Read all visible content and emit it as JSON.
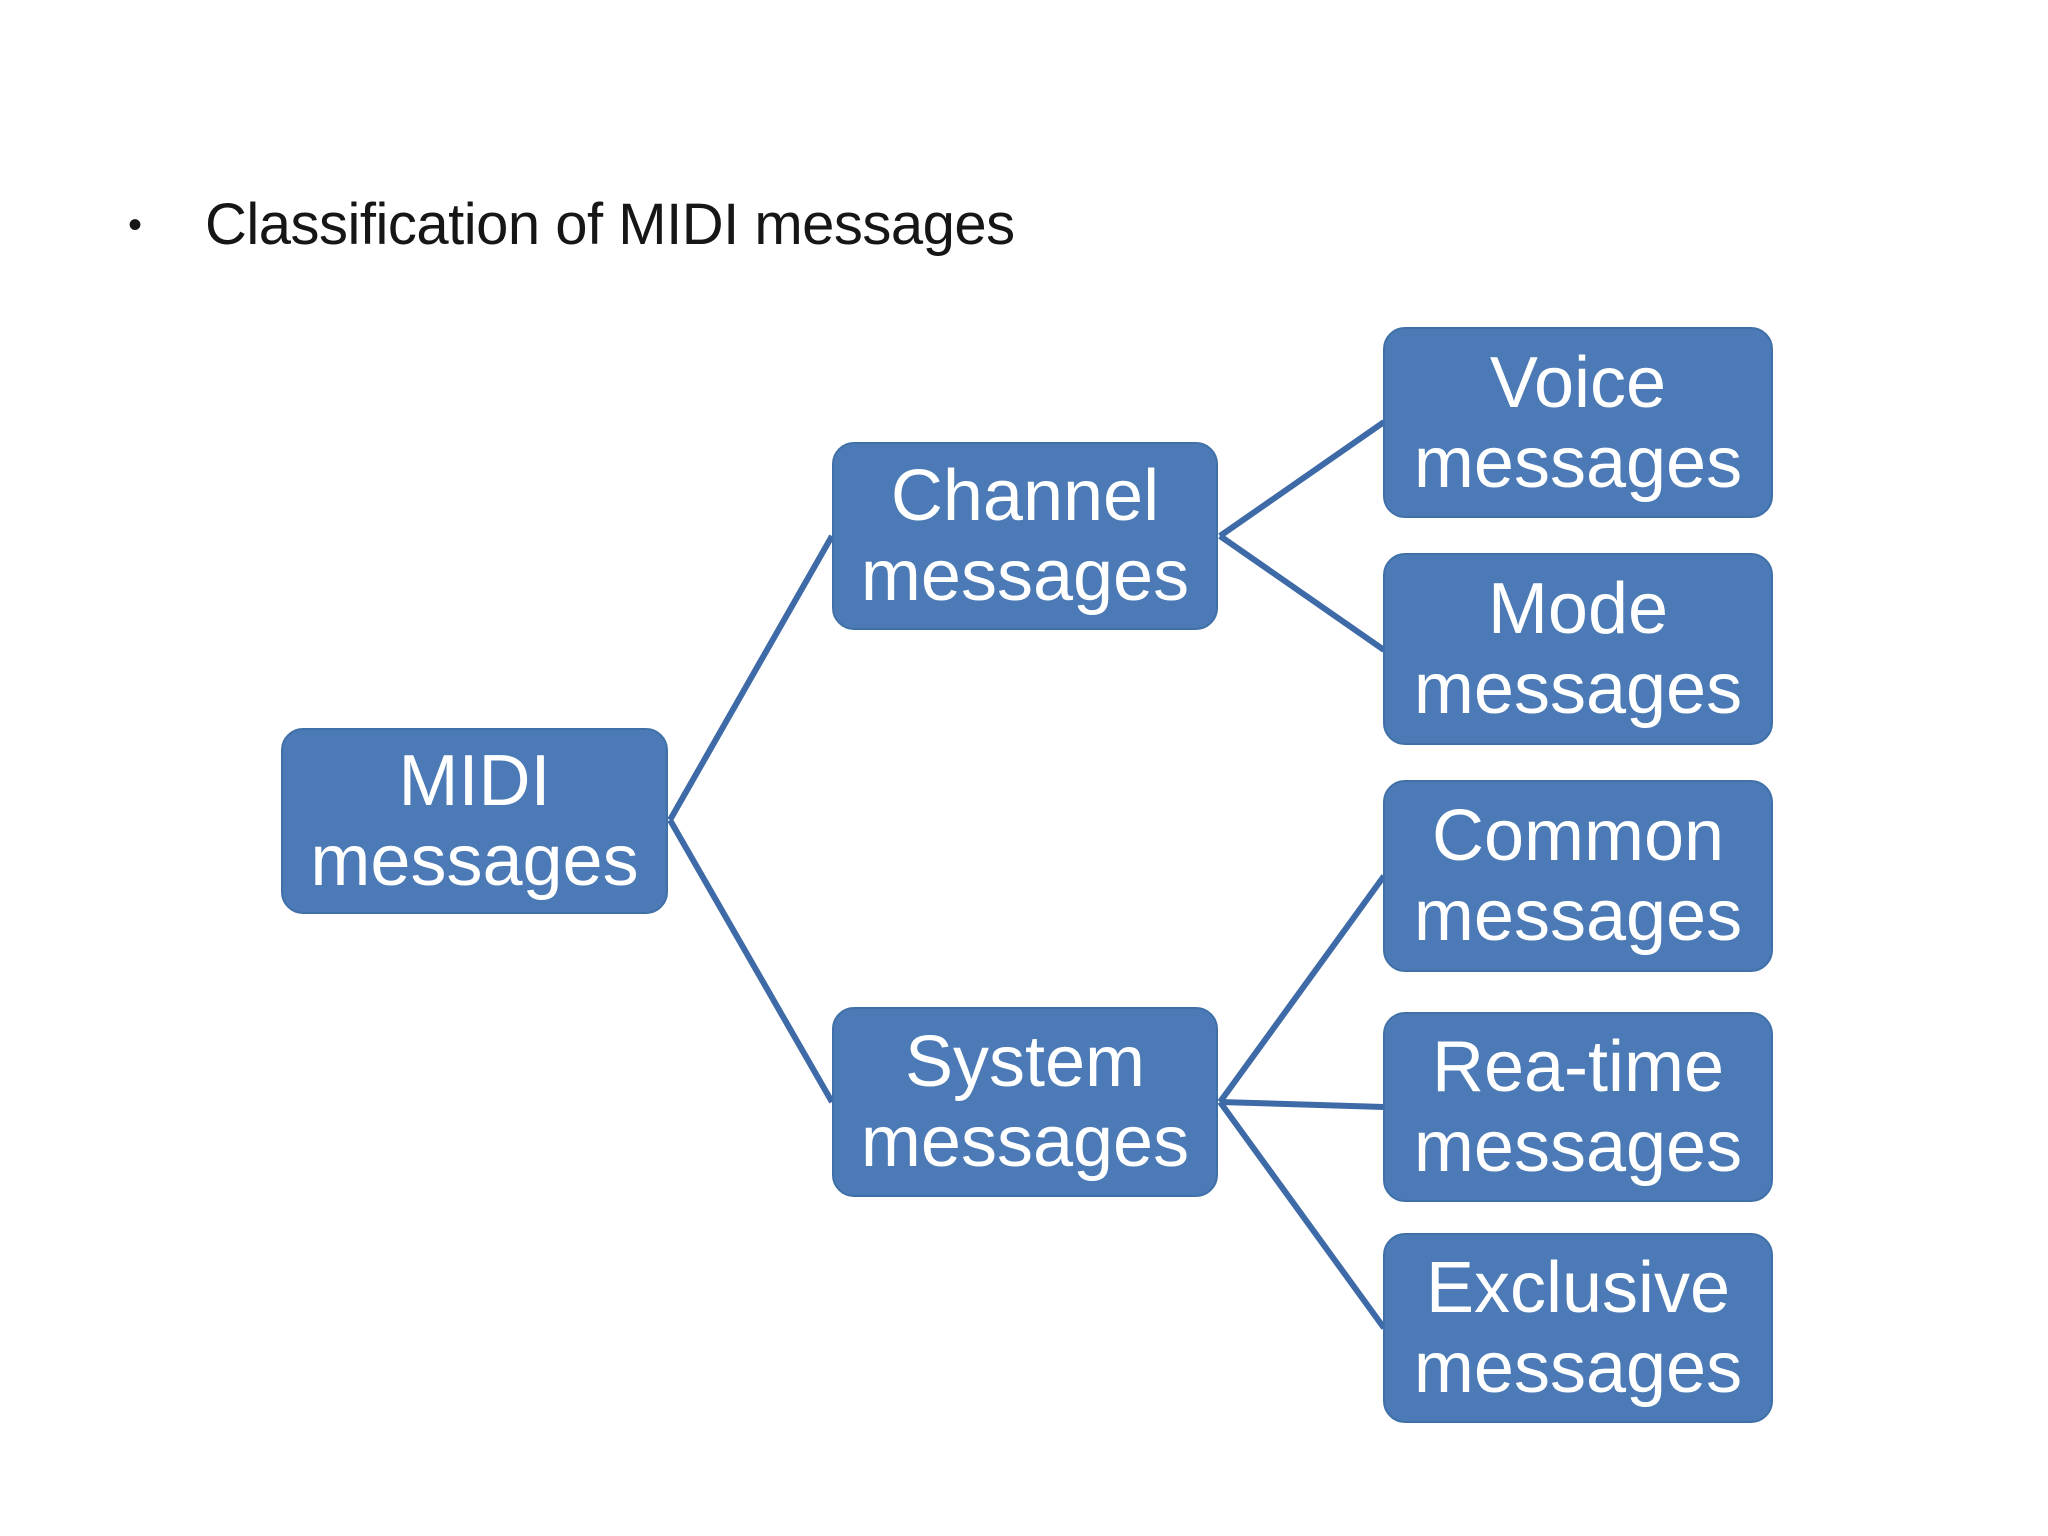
{
  "title": {
    "bullet": "•",
    "text": "Classification of MIDI messages"
  },
  "nodes": {
    "midi": {
      "line1": "MIDI",
      "line2": "messages"
    },
    "channel": {
      "line1": "Channel",
      "line2": "messages"
    },
    "system": {
      "line1": "System",
      "line2": "messages"
    },
    "voice": {
      "line1": "Voice",
      "line2": "messages"
    },
    "mode": {
      "line1": "Mode",
      "line2": "messages"
    },
    "common": {
      "line1": "Common",
      "line2": "messages"
    },
    "realtime": {
      "line1": "Rea-time",
      "line2": "messages"
    },
    "exclusive": {
      "line1": "Exclusive",
      "line2": "messages"
    }
  },
  "hierarchy": {
    "root": "MIDI messages",
    "children": [
      {
        "label": "Channel messages",
        "children": [
          "Voice messages",
          "Mode messages"
        ]
      },
      {
        "label": "System messages",
        "children": [
          "Common messages",
          "Rea-time messages",
          "Exclusive messages"
        ]
      }
    ]
  },
  "colors": {
    "background": "#ffffff",
    "box_fill": "#4b7ab6",
    "box_border": "#4070a8",
    "connector": "#3e6ba7",
    "node_text": "#ffffff",
    "title_text": "#161616"
  }
}
